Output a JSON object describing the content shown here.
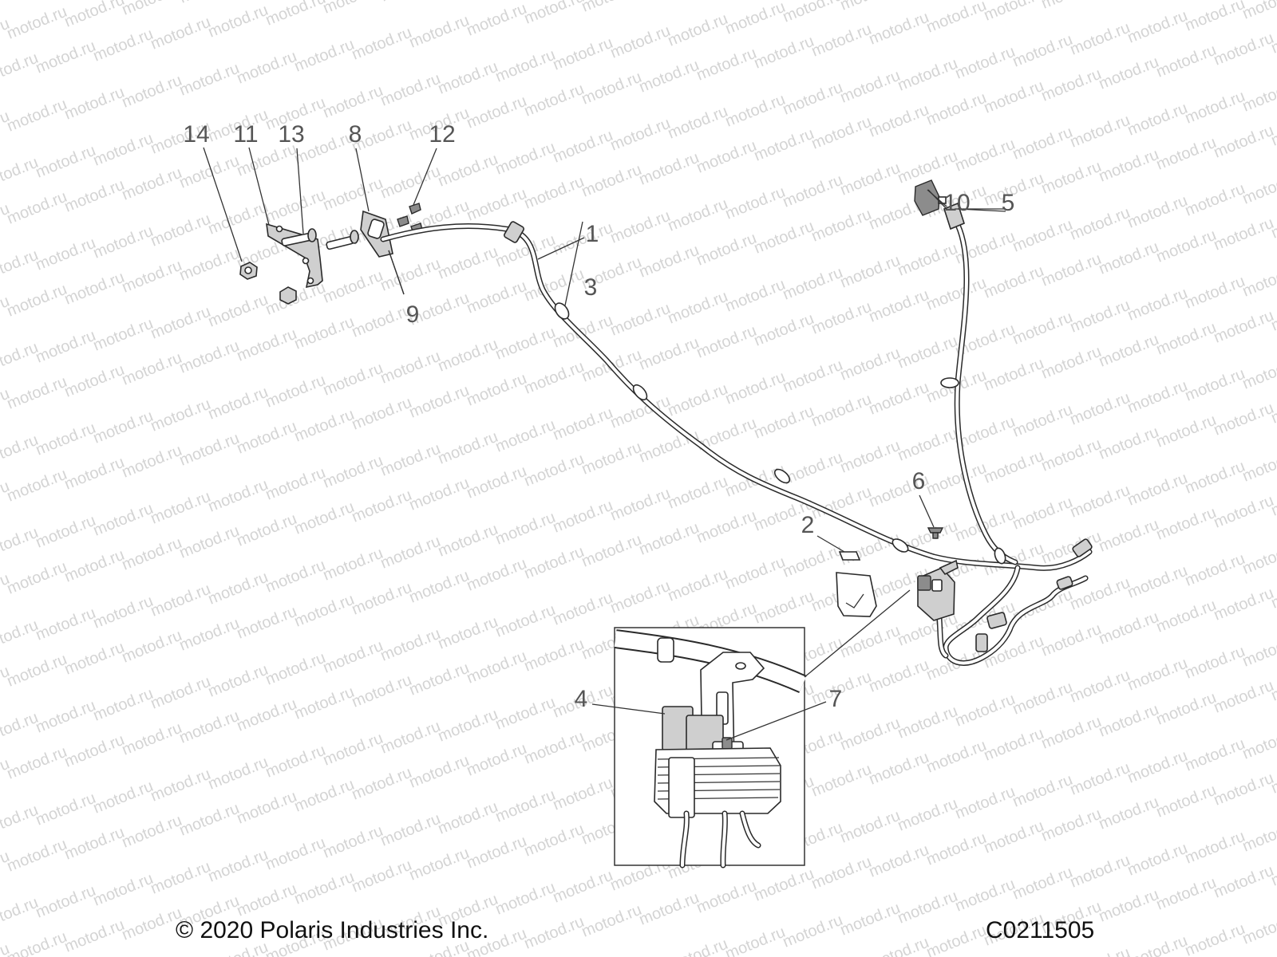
{
  "watermark_text": "motod.ru",
  "callouts": [
    {
      "id": "14",
      "label": "14"
    },
    {
      "id": "11",
      "label": "11"
    },
    {
      "id": "13",
      "label": "13"
    },
    {
      "id": "8",
      "label": "8"
    },
    {
      "id": "12",
      "label": "12"
    },
    {
      "id": "1",
      "label": "1"
    },
    {
      "id": "3",
      "label": "3"
    },
    {
      "id": "9",
      "label": "9"
    },
    {
      "id": "10",
      "label": "10"
    },
    {
      "id": "5",
      "label": "5"
    },
    {
      "id": "6",
      "label": "6"
    },
    {
      "id": "2",
      "label": "2"
    },
    {
      "id": "4",
      "label": "4"
    },
    {
      "id": "7",
      "label": "7"
    }
  ],
  "footer": {
    "copyright": "© 2020 Polaris Industries Inc.",
    "diagram_code": "C0211505"
  }
}
